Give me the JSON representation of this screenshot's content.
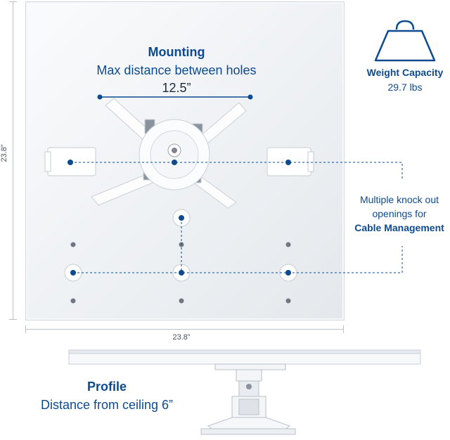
{
  "mounting": {
    "title": "Mounting",
    "subtitle": "Max distance between holes",
    "value": "12.5”"
  },
  "weight": {
    "title": "Weight Capacity",
    "value": "29.7 lbs",
    "icon": "weight-icon"
  },
  "cable": {
    "line1": "Multiple knock out",
    "line2": "openings for",
    "line3": "Cable Management"
  },
  "profile": {
    "title": "Profile",
    "subtitle": "Distance from ceiling 6”"
  },
  "dimensions": {
    "height": "23.8”",
    "width": "23.8”"
  },
  "colors": {
    "accent": "#0d4a8f",
    "plate": "#eef1f4"
  }
}
